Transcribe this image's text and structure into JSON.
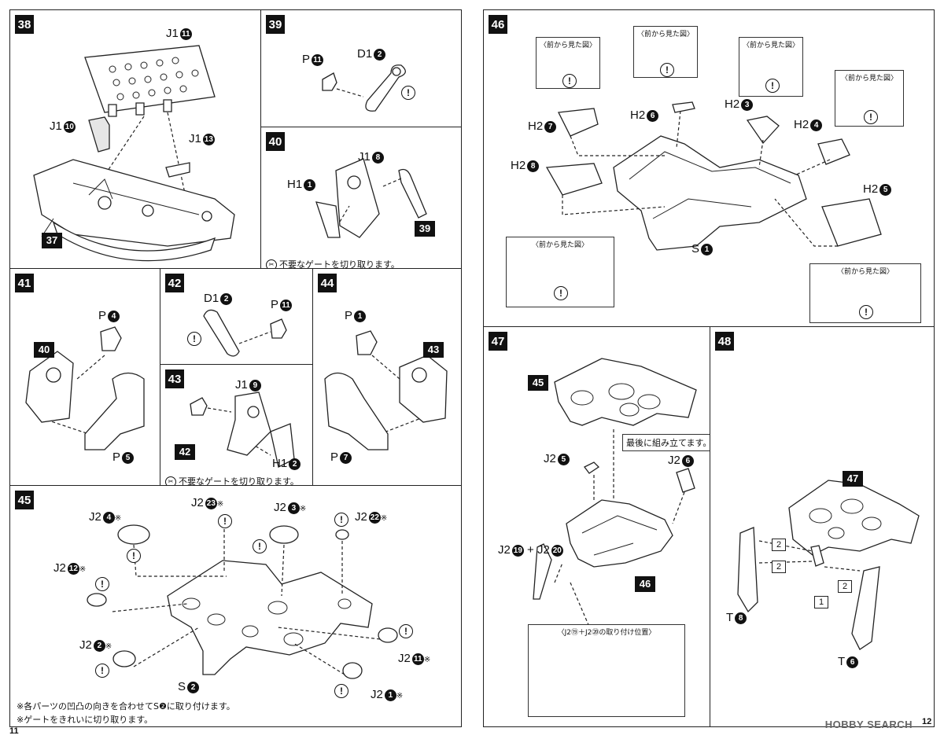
{
  "steps": {
    "s38": {
      "num": "38",
      "ref37": "37",
      "j1_11": {
        "p": "J1",
        "n": "11"
      },
      "j1_10": {
        "p": "J1",
        "n": "10"
      },
      "j1_13": {
        "p": "J1",
        "n": "13"
      }
    },
    "s39": {
      "num": "39",
      "p11": {
        "p": "P",
        "n": "11"
      },
      "d1_2": {
        "p": "D1",
        "n": "2"
      }
    },
    "s40": {
      "num": "40",
      "j1_8": {
        "p": "J1",
        "n": "8"
      },
      "h1_1": {
        "p": "H1",
        "n": "1"
      },
      "ref39": "39",
      "note": "不要なゲートを切り取ります。"
    },
    "s41": {
      "num": "41",
      "p4": {
        "p": "P",
        "n": "4"
      },
      "p5": {
        "p": "P",
        "n": "5"
      },
      "ref40": "40"
    },
    "s42": {
      "num": "42",
      "d1_2": {
        "p": "D1",
        "n": "2"
      },
      "p11": {
        "p": "P",
        "n": "11"
      }
    },
    "s43": {
      "num": "43",
      "j1_9": {
        "p": "J1",
        "n": "9"
      },
      "h1_2": {
        "p": "H1",
        "n": "2"
      },
      "ref42": "42",
      "note": "不要なゲートを切り取ります。"
    },
    "s44": {
      "num": "44",
      "p1": {
        "p": "P",
        "n": "1"
      },
      "p7": {
        "p": "P",
        "n": "7"
      },
      "ref43": "43"
    },
    "s45": {
      "num": "45",
      "j2_4": {
        "p": "J2",
        "n": "4",
        "m": "※"
      },
      "j2_23": {
        "p": "J2",
        "n": "23",
        "m": "※"
      },
      "j2_3": {
        "p": "J2",
        "n": "3",
        "m": "※"
      },
      "j2_22": {
        "p": "J2",
        "n": "22",
        "m": "※"
      },
      "j2_12": {
        "p": "J2",
        "n": "12",
        "m": "※"
      },
      "j2_2": {
        "p": "J2",
        "n": "2",
        "m": "※"
      },
      "j2_11": {
        "p": "J2",
        "n": "11",
        "m": "※"
      },
      "j2_1": {
        "p": "J2",
        "n": "1",
        "m": "※"
      },
      "s2": {
        "p": "S",
        "n": "2"
      },
      "note1": "※各パーツの凹凸の向きを合わせてS❷に取り付けます。",
      "note2": "※ゲートをきれいに切り取ります。"
    },
    "s46": {
      "num": "46",
      "callout": "〈前から見た図〉",
      "h2_7": {
        "p": "H2",
        "n": "7"
      },
      "h2_6": {
        "p": "H2",
        "n": "6"
      },
      "h2_3": {
        "p": "H2",
        "n": "3"
      },
      "h2_4": {
        "p": "H2",
        "n": "4"
      },
      "h2_8": {
        "p": "H2",
        "n": "8"
      },
      "h2_5": {
        "p": "H2",
        "n": "5"
      },
      "s1": {
        "p": "S",
        "n": "1"
      }
    },
    "s47": {
      "num": "47",
      "ref45": "45",
      "ref46": "46",
      "j2_5": {
        "p": "J2",
        "n": "5"
      },
      "j2_6": {
        "p": "J2",
        "n": "6"
      },
      "j2_19": {
        "p": "J2",
        "n": "19"
      },
      "plus": "+",
      "j2_20": {
        "p": "J2",
        "n": "20"
      },
      "lastnote": "最後に組み立てます。",
      "pos_note": "〈J2⑲＋J2⑳の取り付け位置〉"
    },
    "s48": {
      "num": "48",
      "ref47": "47",
      "t8": {
        "p": "T",
        "n": "8"
      },
      "t6": {
        "p": "T",
        "n": "6"
      },
      "b1": "1",
      "b2": "2"
    }
  },
  "page_left": "11",
  "page_right": "12",
  "watermark": "HOBBY SEARCH",
  "warn_symbol": "!"
}
